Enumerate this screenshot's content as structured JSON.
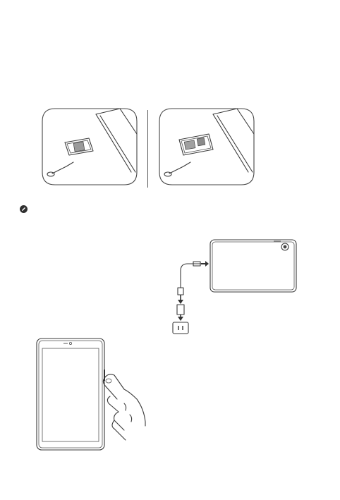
{
  "page": {
    "background": "#ffffff",
    "line_color": "#3a3a3a"
  },
  "figures": [
    {
      "name": "sim-tray-figure-1",
      "icon": "sim-tray-single-card"
    },
    {
      "name": "sim-tray-figure-2",
      "icon": "sim-tray-two-cards"
    },
    {
      "name": "charging-figure",
      "icon": "tablet-charger-cable-plug"
    },
    {
      "name": "power-button-figure",
      "icon": "tablet-finger-press-side-button"
    }
  ],
  "note": {
    "icon": "pencil-note-icon"
  }
}
